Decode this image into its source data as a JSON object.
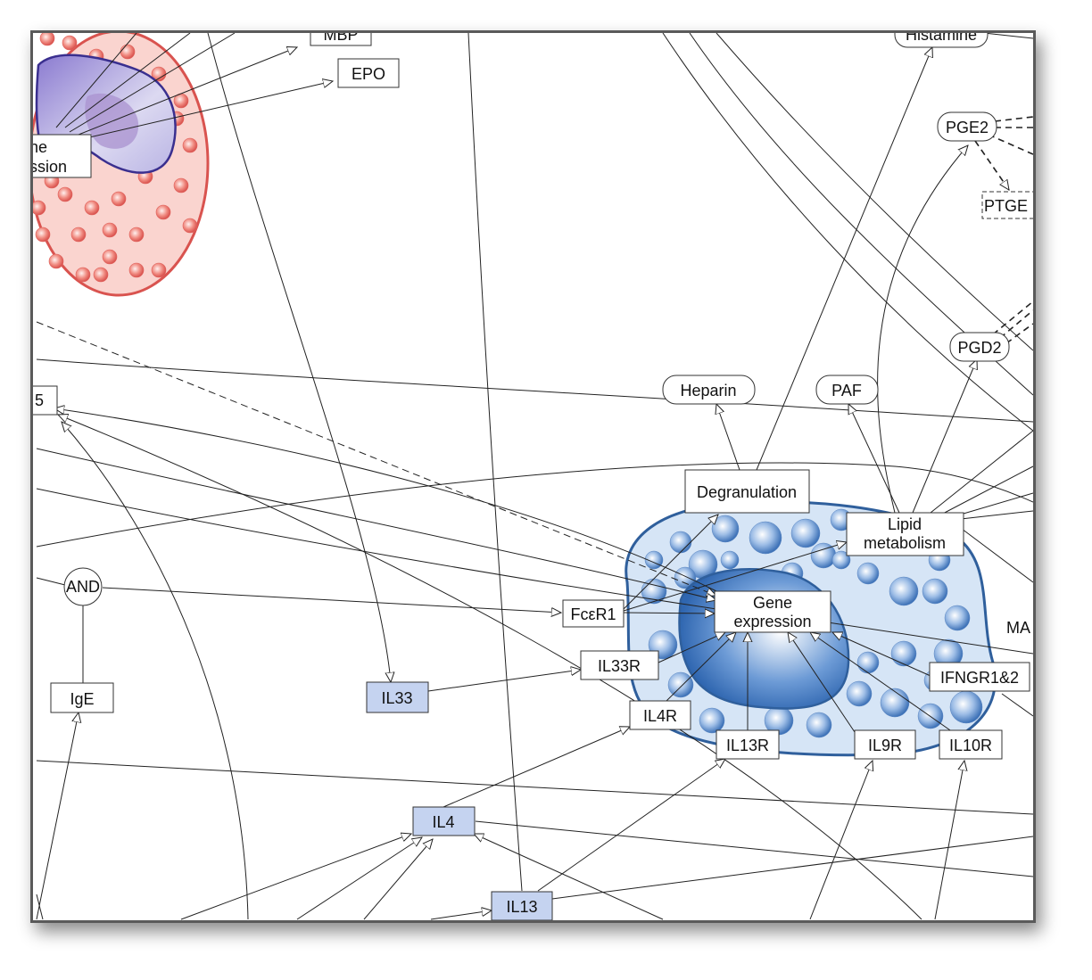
{
  "diagram": {
    "nodes": {
      "mbp": "MBP",
      "epo": "EPO",
      "histamine": "Histamine",
      "gene_expression_left_1": "ne",
      "gene_expression_left_2": "ssion",
      "pge2": "PGE2",
      "ptge": "PTGE",
      "pgd2": "PGD2",
      "il5_partial": "5",
      "heparin": "Heparin",
      "paf": "PAF",
      "degranulation": "Degranulation",
      "lipid_metabolism_1": "Lipid",
      "lipid_metabolism_2": "metabolism",
      "and_gate": "AND",
      "fceri": "FcεR1",
      "gene_expression_1": "Gene",
      "gene_expression_2": "expression",
      "ma_partial": "MA",
      "il33r": "IL33R",
      "ifngr": "IFNGR1&2",
      "ige": "IgE",
      "il33": "IL33",
      "il4r": "IL4R",
      "il13r": "IL13R",
      "il9r": "IL9R",
      "il10r": "IL10R",
      "il4": "IL4",
      "il13": "IL13"
    },
    "colors": {
      "highlight_fill": "#c5d3f0",
      "node_fill": "#ffffff",
      "mast_cell_fill": "#d8e6f6",
      "mast_cell_border": "#2f5f9c",
      "eosinophil_fill": "#f9d2cd",
      "eosinophil_border": "#d9534f",
      "edge_color": "#222222"
    }
  }
}
